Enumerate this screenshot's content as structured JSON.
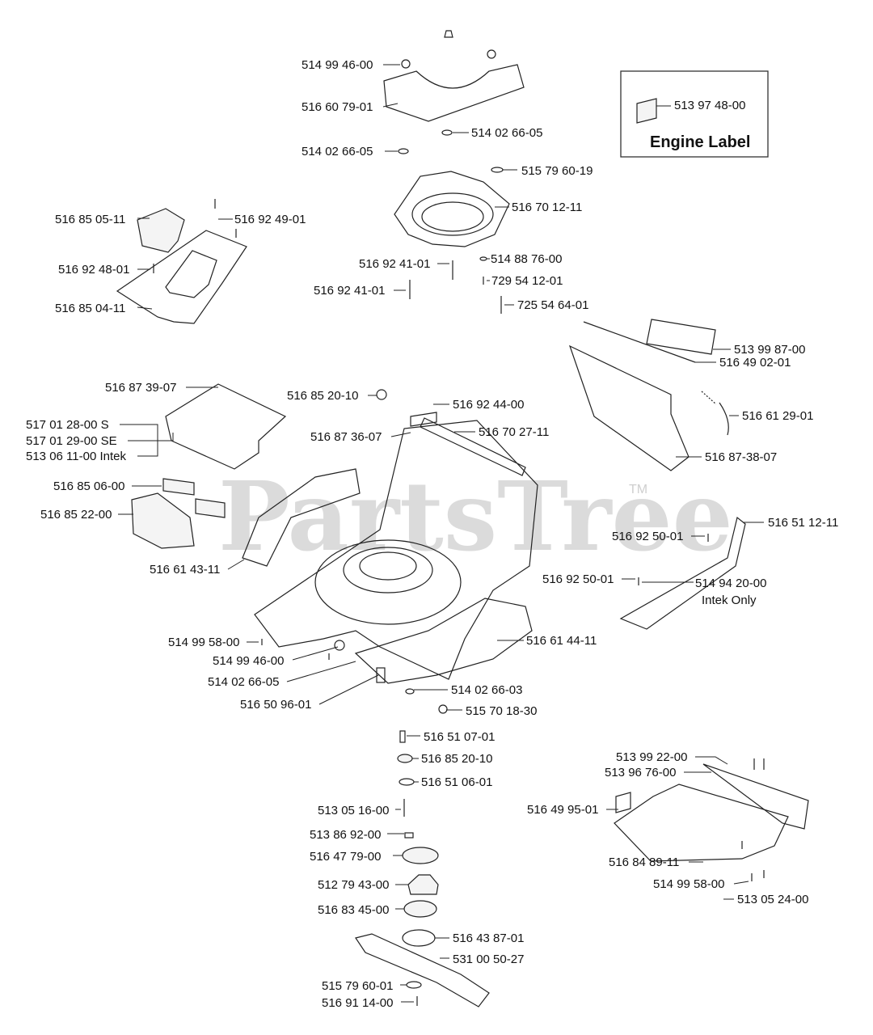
{
  "watermark": {
    "text": "PartsTree",
    "trademark": "TM"
  },
  "engine_label_box": {
    "title": "Engine Label",
    "part": "513 97 48-00"
  },
  "labels": [
    "514 99 46-00",
    "516 60 79-01",
    "514 02 66-05",
    "514 02 66-05",
    "515 79 60-19",
    "516 70 12-11",
    "516 85 05-11",
    "516 92 49-01",
    "516 92 48-01",
    "516 85 04-11",
    "516 92 41-01",
    "514 88 76-00",
    "516 92 41-01",
    "729 54 12-01",
    "725 54 64-01",
    "513 99 87-00",
    "516 49 02-01",
    "516 61 29-01",
    "516 87-38-07",
    "516 87 39-07",
    "516 85 20-10",
    "516 92 44-00",
    "517 01 28-00 S",
    "517 01 29-00 SE",
    "513 06 11-00 Intek",
    "516 87 36-07",
    "516 70 27-11",
    "516 85 06-00",
    "516 85 22-00",
    "516 61 43-11",
    "516 51 12-11",
    "516 92 50-01",
    "516 92 50-01",
    "514 94 20-00",
    "Intek Only",
    "514 99 58-00",
    "514 99 46-00",
    "514 02 66-05",
    "516 61 44-11",
    "516 50 96-01",
    "514 02 66-03",
    "515 70 18-30",
    "516 51 07-01",
    "516 85 20-10",
    "516 51 06-01",
    "513 05 16-00",
    "513 86 92-00",
    "516 47 79-00",
    "512 79 43-00",
    "516 83 45-00",
    "516 43 87-01",
    "531 00 50-27",
    "515 79 60-01",
    "516 91 14-00",
    "513 99 22-00",
    "513 96 76-00",
    "516 49 95-01",
    "516 84 89-11",
    "514 99 58-00",
    "513 05 24-00"
  ]
}
